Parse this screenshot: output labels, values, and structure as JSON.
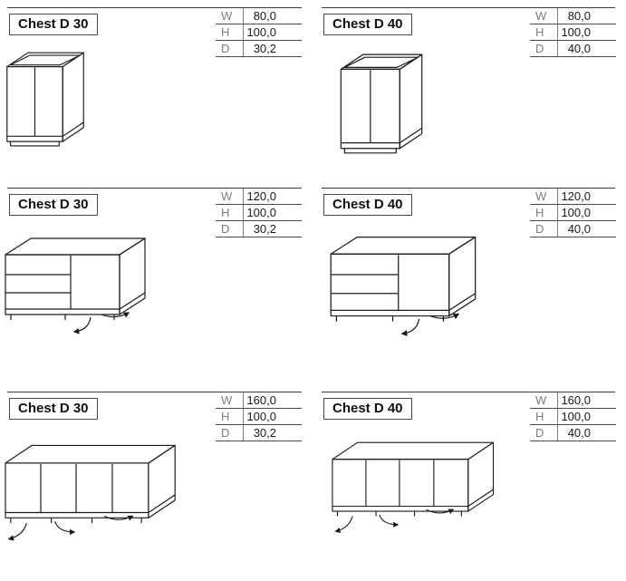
{
  "dim_labels": [
    "W",
    "H",
    "D"
  ],
  "products": [
    {
      "title": "Chest D 30",
      "values": [
        "80,0",
        "100,0",
        "30,2"
      ]
    },
    {
      "title": "Chest D 40",
      "values": [
        "80,0",
        "100,0",
        "40,0"
      ]
    },
    {
      "title": "Chest D 30",
      "values": [
        "120,0",
        "100,0",
        "30,2"
      ]
    },
    {
      "title": "Chest D 40",
      "values": [
        "120,0",
        "100,0",
        "40,0"
      ]
    },
    {
      "title": "Chest D 30",
      "values": [
        "160,0",
        "100,0",
        "30,2"
      ]
    },
    {
      "title": "Chest D 40",
      "values": [
        "160,0",
        "100,0",
        "40,0"
      ]
    }
  ],
  "colors": {
    "line": "#1a1a1a",
    "label_gray": "#7d7d7d",
    "text": "#111111"
  }
}
